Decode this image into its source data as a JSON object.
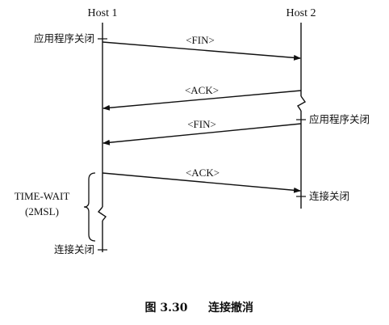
{
  "hosts": {
    "host1": "Host 1",
    "host2": "Host 2"
  },
  "events": {
    "host1_close": "应用程序关闭",
    "host2_close": "应用程序关闭",
    "host2_conn_closed": "连接关闭",
    "host1_conn_closed": "连接关闭"
  },
  "messages": {
    "fin1": "<FIN>",
    "ack1": "<ACK>",
    "fin2": "<FIN>",
    "ack2": "<ACK>"
  },
  "time_wait": {
    "line1": "TIME-WAIT",
    "line2": "(2MSL)"
  },
  "caption": {
    "figure": "图 3.30",
    "title": "连接撤消"
  }
}
